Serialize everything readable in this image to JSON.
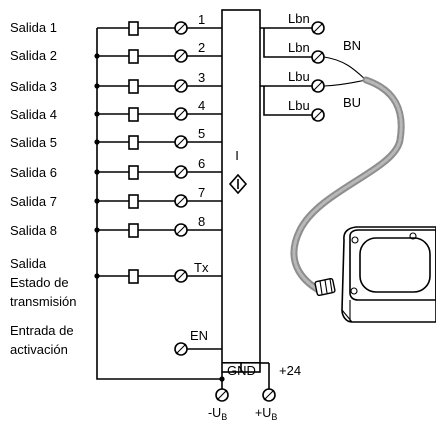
{
  "outputs": [
    {
      "label": "Salida 1",
      "terminal": "1"
    },
    {
      "label": "Salida 2",
      "terminal": "2"
    },
    {
      "label": "Salida 3",
      "terminal": "3"
    },
    {
      "label": "Salida 4",
      "terminal": "4"
    },
    {
      "label": "Salida 5",
      "terminal": "5"
    },
    {
      "label": "Salida 6",
      "terminal": "6"
    },
    {
      "label": "Salida 7",
      "terminal": "7"
    },
    {
      "label": "Salida 8",
      "terminal": "8"
    }
  ],
  "status_output": {
    "label_lines": [
      "Salida",
      "Estado de",
      "transmisión"
    ],
    "terminal": "Tx"
  },
  "enable_input": {
    "label_lines": [
      "Entrada de",
      "activación"
    ],
    "terminal": "EN"
  },
  "module": {
    "symbol": "I"
  },
  "sensor_terminals": [
    "Lbn",
    "Lbn",
    "Lbu",
    "Lbu"
  ],
  "wire_colors": [
    "BN",
    "BU"
  ],
  "power": {
    "gnd": "GND",
    "plus": "+24",
    "minus_supply": "-U",
    "plus_supply": "+U",
    "subscript": "B"
  }
}
